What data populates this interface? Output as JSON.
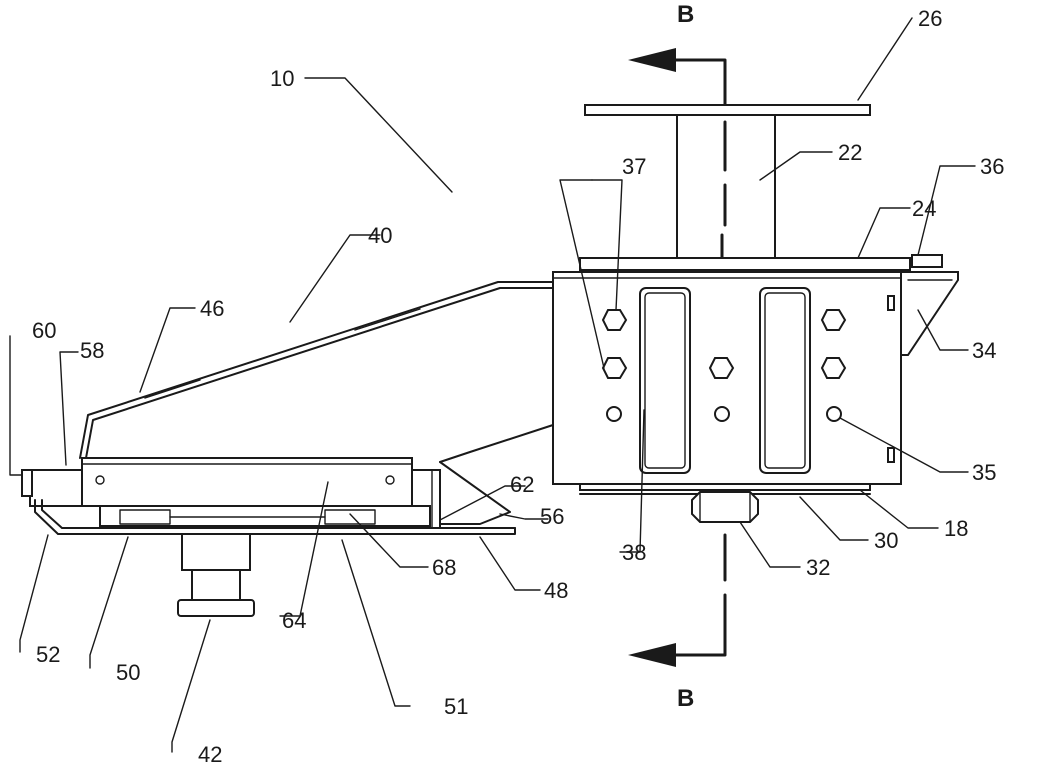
{
  "section_mark": "B",
  "labels": {
    "l10": "10",
    "l18": "18",
    "l22": "22",
    "l24": "24",
    "l26": "26",
    "l30": "30",
    "l32": "32",
    "l34": "34",
    "l35": "35",
    "l36": "36",
    "l37": "37",
    "l38": "38",
    "l40": "40",
    "l42": "42",
    "l46": "46",
    "l48": "48",
    "l50": "50",
    "l51": "51",
    "l52": "52",
    "l56": "56",
    "l58": "58",
    "l60": "60",
    "l62": "62",
    "l64": "64",
    "l68": "68"
  }
}
